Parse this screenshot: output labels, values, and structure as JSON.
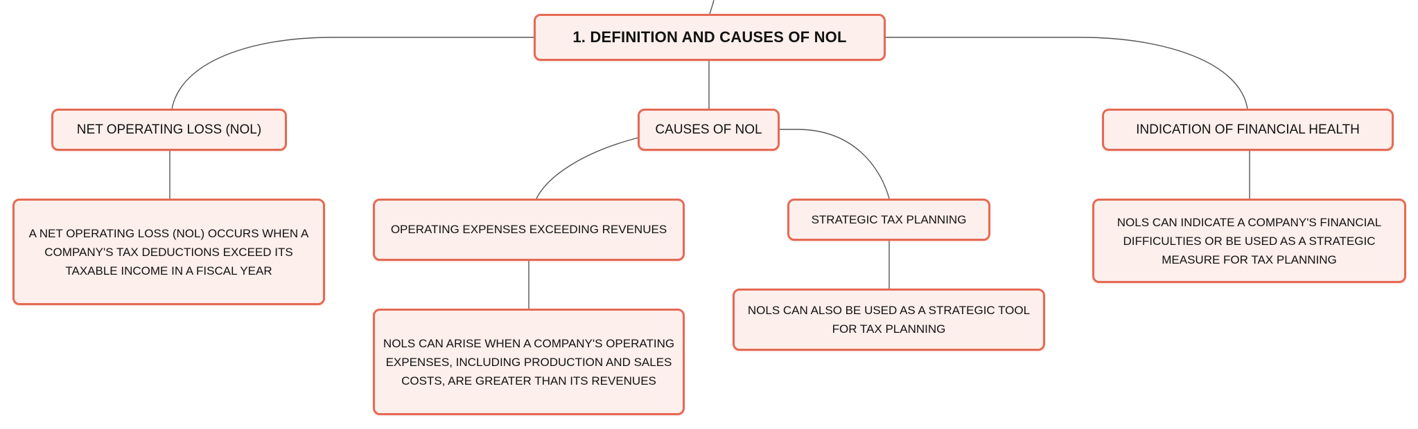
{
  "diagram": {
    "root": {
      "title": "1. DEFINITION AND CAUSES OF NOL"
    },
    "nol": {
      "title": "NET OPERATING LOSS (NOL)",
      "description": "A NET OPERATING LOSS (NOL) OCCURS WHEN A COMPANY'S TAX DEDUCTIONS EXCEED ITS TAXABLE INCOME IN A FISCAL YEAR"
    },
    "causes": {
      "title": "CAUSES OF NOL",
      "operating_expenses": {
        "title": "OPERATING EXPENSES EXCEEDING REVENUES",
        "description": "NOLS CAN ARISE WHEN A COMPANY'S OPERATING EXPENSES, INCLUDING PRODUCTION AND SALES COSTS, ARE GREATER THAN ITS REVENUES"
      },
      "strategic_tax": {
        "title": "STRATEGIC TAX PLANNING",
        "description": "NOLS CAN ALSO BE USED AS A STRATEGIC TOOL FOR TAX PLANNING"
      }
    },
    "health": {
      "title": "INDICATION OF FINANCIAL HEALTH",
      "description": "NOLS CAN INDICATE A COMPANY'S FINANCIAL DIFFICULTIES OR BE USED AS A STRATEGIC MEASURE FOR TAX PLANNING"
    }
  }
}
